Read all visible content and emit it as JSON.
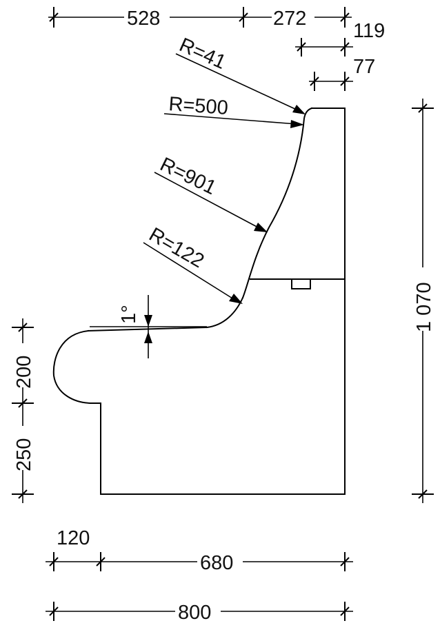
{
  "dimensions": {
    "top_528": "528",
    "top_272": "272",
    "top_119": "119",
    "top_77": "77",
    "right_1070": "1 070",
    "left_200": "200",
    "left_250": "250",
    "bottom_120": "120",
    "bottom_680": "680",
    "bottom_800": "800",
    "angle": "1°"
  },
  "radii": {
    "r41": "R=41",
    "r500": "R=500",
    "r901": "R=901",
    "r122": "R=122"
  }
}
